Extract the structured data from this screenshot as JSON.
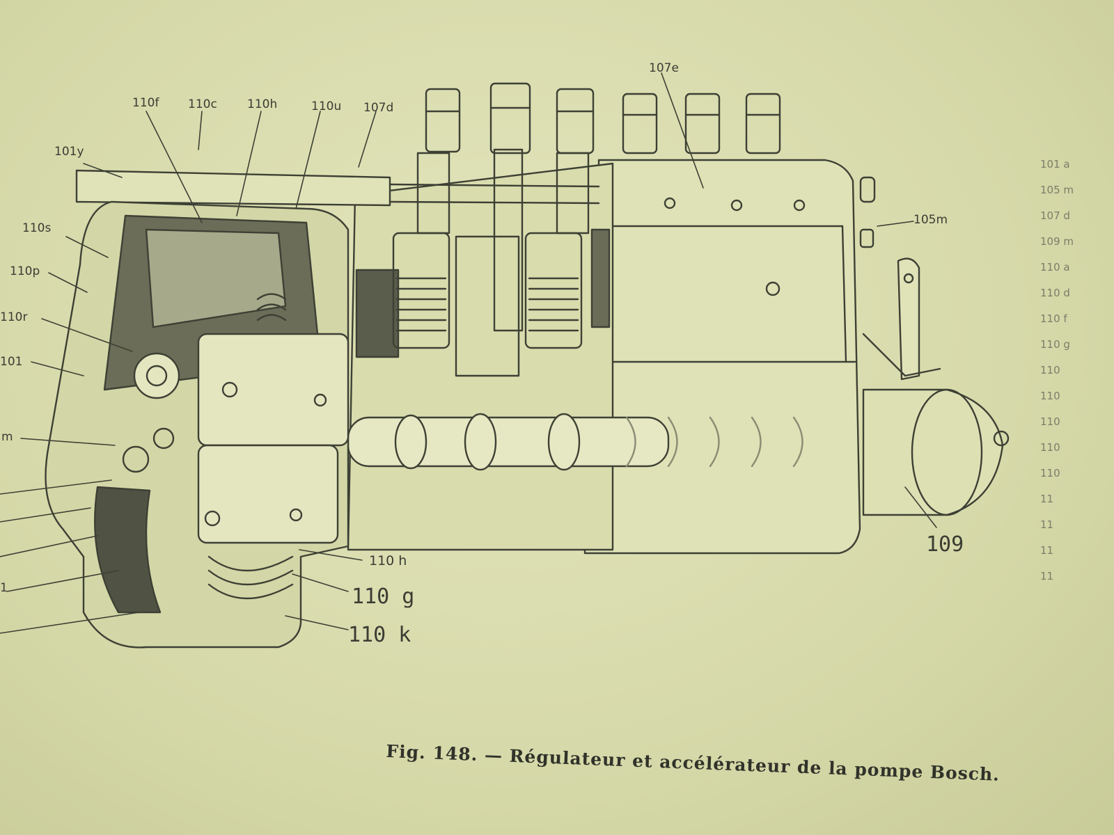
{
  "figure": {
    "caption": "Fig. 148. — Régulateur et accélérateur de la pompe Bosch.",
    "labels": {
      "l_110f": "110f",
      "l_110c": "110c",
      "l_110h_top": "110h",
      "l_110u": "110u",
      "l_107d": "107d",
      "l_107e": "107e",
      "l_101y": "101y",
      "l_110s": "110s",
      "l_110p": "110p",
      "l_110r": "110r",
      "l_101": "101",
      "l_m": "m",
      "l_1": "1",
      "l_105m": "105m",
      "l_109": "109",
      "l_110h": "110 h",
      "l_110g": "110 g",
      "l_110k": "110 k"
    },
    "legend_fragments": [
      "101 a",
      "105 m",
      "107 d",
      "109 m",
      "110 a",
      "110 d",
      "110 f",
      "110 g",
      "110",
      "110",
      "110",
      "110",
      "110",
      "11",
      "11",
      "11",
      "11"
    ]
  },
  "colors": {
    "paper": "#d8dcae",
    "ink": "#3a3c33"
  }
}
